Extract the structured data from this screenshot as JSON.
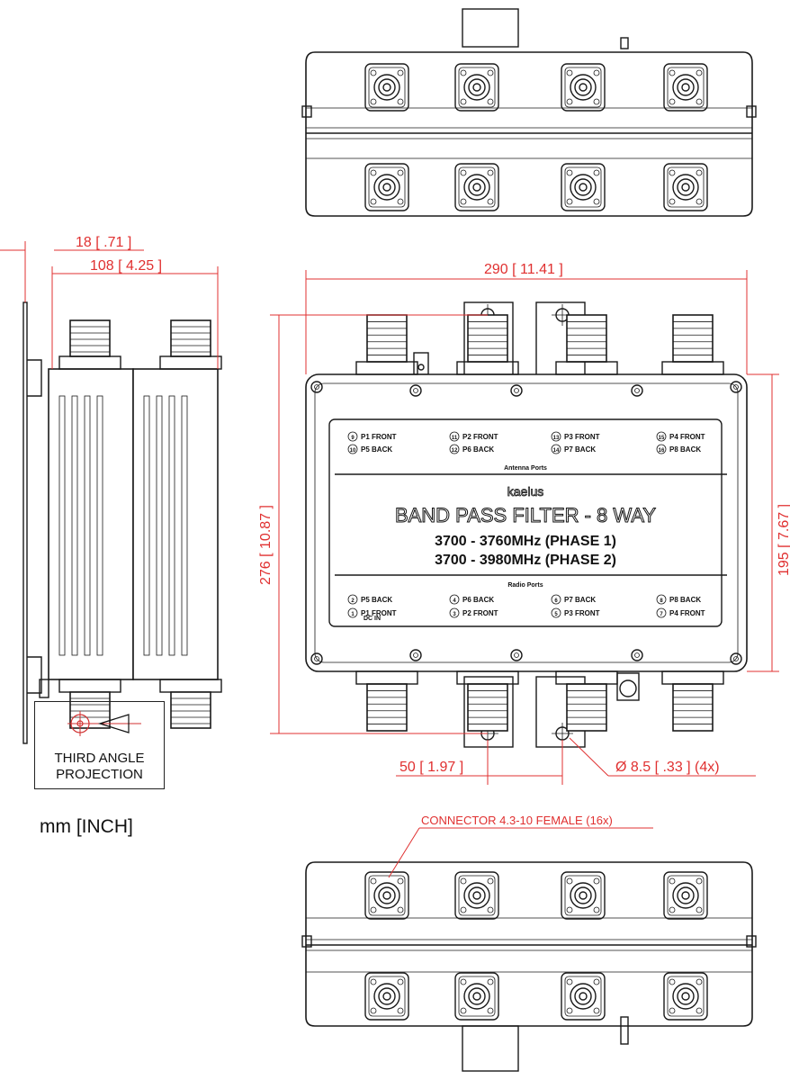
{
  "dimensions": {
    "overall_width": "290 [ 11.41 ]",
    "overall_height": "276 [ 10.87 ]",
    "body_height": "195 [ 7.67 ]",
    "side_depth": "108 [ 4.25 ]",
    "side_bracket": "18 [ .71 ]",
    "hole_spacing": "50 [ 1.97 ]",
    "hole_dia": "Ø 8.5 [ .33 ] (4x)",
    "connector_note": "CONNECTOR 4.3-10 FEMALE (16x)"
  },
  "label_plate": {
    "antenna_ports_top": [
      {
        "num": "9",
        "text": "P1 FRONT"
      },
      {
        "num": "11",
        "text": "P2 FRONT"
      },
      {
        "num": "13",
        "text": "P3 FRONT"
      },
      {
        "num": "15",
        "text": "P4 FRONT"
      }
    ],
    "antenna_ports_bottom": [
      {
        "num": "10",
        "text": "P5 BACK"
      },
      {
        "num": "12",
        "text": "P6 BACK"
      },
      {
        "num": "14",
        "text": "P7 BACK"
      },
      {
        "num": "16",
        "text": "P8 BACK"
      }
    ],
    "antenna_caption": "Antenna Ports",
    "brand": "kaelus",
    "title": "BAND PASS FILTER - 8 WAY",
    "freq_line1": "3700 - 3760MHz (PHASE 1)",
    "freq_line2": "3700 - 3980MHz (PHASE 2)",
    "radio_caption": "Radio Ports",
    "radio_ports_top": [
      {
        "num": "2",
        "text": "P5 BACK"
      },
      {
        "num": "4",
        "text": "P6 BACK"
      },
      {
        "num": "6",
        "text": "P7 BACK"
      },
      {
        "num": "8",
        "text": "P8 BACK"
      }
    ],
    "radio_ports_bottom": [
      {
        "num": "1",
        "text": "P1 FRONT"
      },
      {
        "num": "3",
        "text": "P2 FRONT"
      },
      {
        "num": "5",
        "text": "P3 FRONT"
      },
      {
        "num": "7",
        "text": "P4 FRONT"
      }
    ],
    "dc_in": "DC IN"
  },
  "projection": {
    "line1": "THIRD ANGLE",
    "line2": "PROJECTION"
  },
  "units": "mm [INCH]",
  "colors": {
    "dimension": "#e03030",
    "line": "#1a1a1a"
  }
}
